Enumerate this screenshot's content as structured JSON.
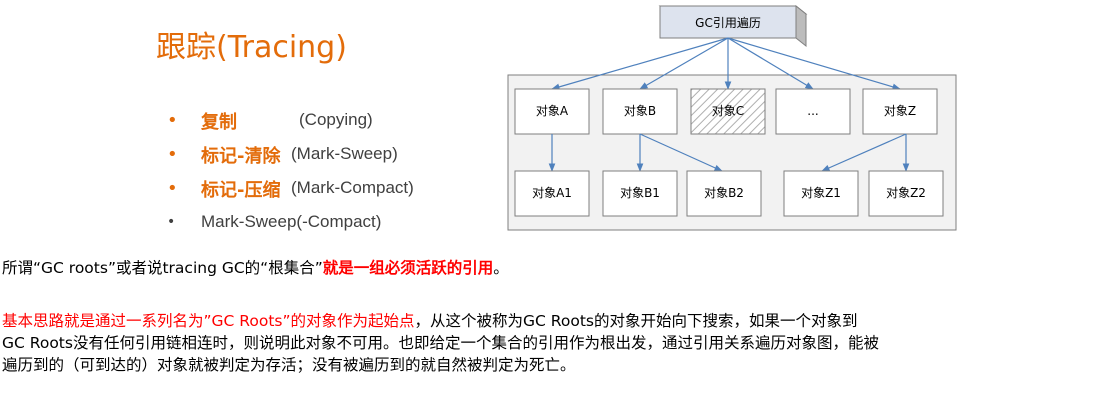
{
  "title": "跟踪(Tracing)",
  "methods": [
    {
      "cn": "复制",
      "en": "(Copying)"
    },
    {
      "cn": "标记-清除",
      "en": "(Mark-Sweep)"
    },
    {
      "cn": "标记-压缩",
      "en": "(Mark-Compact)"
    },
    {
      "text": "Mark-Sweep(-Compact)"
    }
  ],
  "diagram": {
    "root": "GC引用遍历",
    "level1": [
      "对象A",
      "对象B",
      "对象C",
      "...",
      "对象Z"
    ],
    "level2": [
      "对象A1",
      "对象B1",
      "对象B2",
      "对象Z1",
      "对象Z2"
    ]
  },
  "paragraph1": {
    "part1": "所谓“GC roots”或者说tracing GC的“根集合”",
    "part2": "就是一组必须活跃的引用",
    "part3": "。"
  },
  "paragraph2": {
    "line1_red": "基本思路就是通过一系列名为”GC Roots”的对象作为起始点",
    "line1_rest": "，从这个被称为GC Roots的对象开始向下搜索，如果一个对象到",
    "line2": "GC Roots没有任何引用链相连时，则说明此对象不可用。也即给定一个集合的引用作为根出发，通过引用关系遍历对象图，能被",
    "line3": "遍历到的（可到达的）对象就被判定为存活；没有被遍历到的就自然被判定为死亡。"
  }
}
